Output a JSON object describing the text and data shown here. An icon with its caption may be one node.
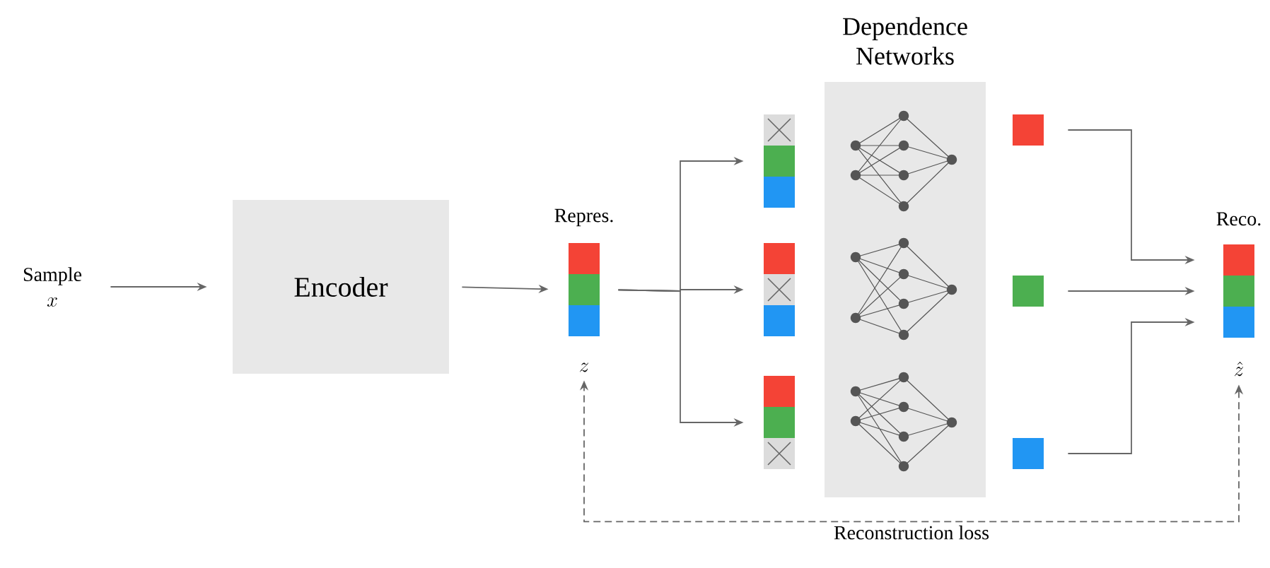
{
  "diagram": {
    "nodes": [
      {
        "text": [
          "Sample",
          "x"
        ]
      },
      {
        "text": [
          "Encoder"
        ]
      },
      {
        "text": [
          "Repres."
        ],
        "beside": [
          "z"
        ]
      },
      {
        "text": [],
        "shape": "bar"
      },
      {
        "text": [],
        "shape": "bar"
      },
      {
        "text": [],
        "shape": "bar"
      },
      {
        "text": [
          "Dependence Networks"
        ]
      },
      {
        "text": [],
        "shape": "box"
      },
      {
        "text": [],
        "shape": "box"
      },
      {
        "text": [],
        "shape": "box"
      },
      {
        "text": [
          "Reco."
        ],
        "beside": [
          "\\hat{z}"
        ]
      }
    ],
    "edges": [
      {
        "from": 0,
        "to": 1,
        "arrow": "to"
      },
      {
        "from": 1,
        "to": 2,
        "arrow": "to"
      },
      {
        "from": 2,
        "to": 3,
        "arrow": "to"
      },
      {
        "from": 2,
        "to": 4,
        "arrow": "to"
      },
      {
        "from": 2,
        "to": 5,
        "arrow": "to"
      },
      {
        "from": 7,
        "to": 10,
        "arrow": "to"
      },
      {
        "from": 8,
        "to": 10,
        "arrow": "to"
      },
      {
        "from": 9,
        "to": 10,
        "arrow": "to"
      },
      {
        "from": 10,
        "to": 2,
        "arrow": "both",
        "style": "dashed",
        "label": "Reconstruction loss"
      }
    ]
  }
}
